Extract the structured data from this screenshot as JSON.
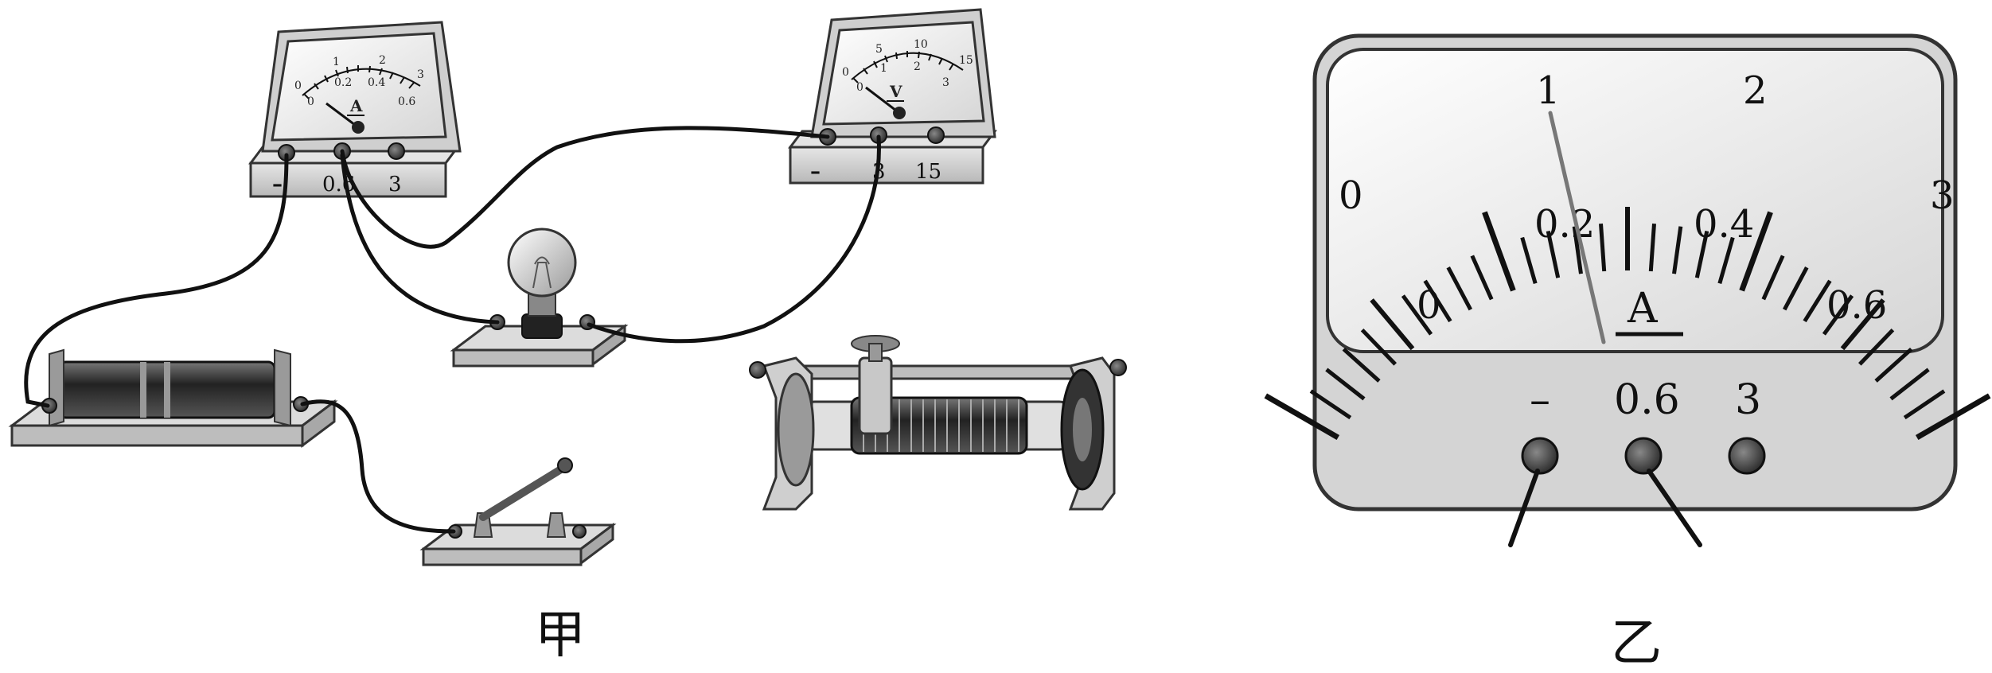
{
  "figure_a": {
    "caption": "甲",
    "ammeter": {
      "symbol": "A",
      "terminals": [
        "–",
        "0.6",
        "3"
      ],
      "outer_scale": [
        "0",
        "1",
        "2",
        "3"
      ],
      "inner_scale": [
        "0",
        "0.2",
        "0.4",
        "0.6"
      ]
    },
    "voltmeter": {
      "symbol": "V",
      "terminals": [
        "–",
        "3",
        "15"
      ],
      "outer_scale": [
        "0",
        "5",
        "10",
        "15"
      ],
      "inner_scale": [
        "0",
        "1",
        "2",
        "3"
      ]
    }
  },
  "figure_b": {
    "caption": "乙",
    "meter": {
      "symbol": "A",
      "outer_scale": [
        "0",
        "1",
        "2",
        "3"
      ],
      "inner_scale": [
        "0",
        "0.2",
        "0.4",
        "0.6"
      ],
      "terminals": [
        "–",
        "0.6",
        "3"
      ],
      "needle_reading_inner": 0.24
    }
  },
  "colors": {
    "ink": "#111111",
    "panel": "#d9d9d9",
    "face": "#f2f2f2",
    "wire": "#111111"
  }
}
